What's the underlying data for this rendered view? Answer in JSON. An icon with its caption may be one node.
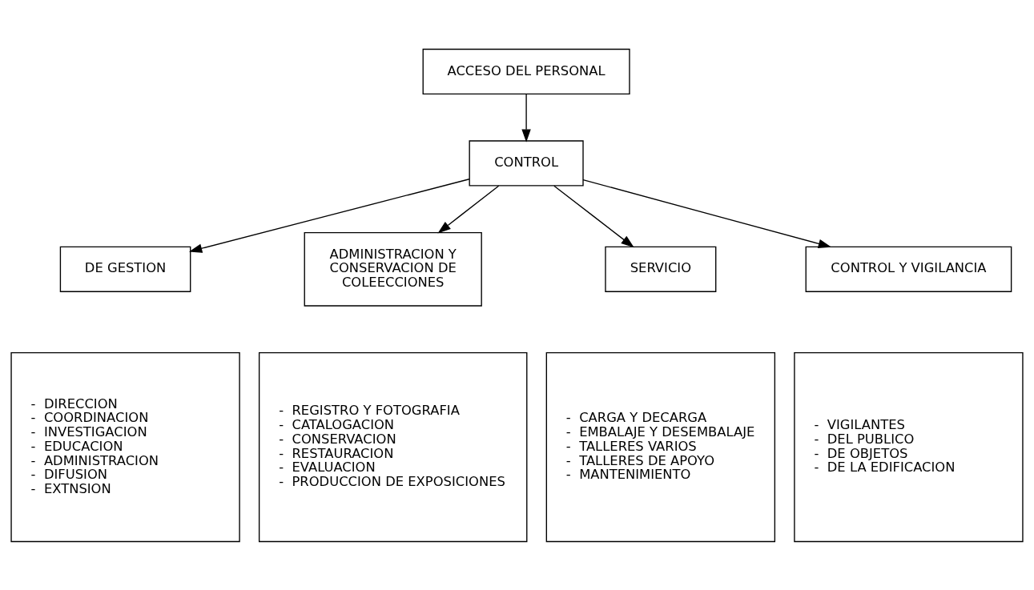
{
  "diagram": {
    "nodes": [
      {
        "text": [
          "ACCESO DEL PERSONAL"
        ]
      },
      {
        "text": [
          "CONTROL"
        ]
      },
      {
        "text": [
          "DE GESTION"
        ]
      },
      {
        "text": [
          "ADMINISTRACION Y CONSERVACION DE COLEECCIONES"
        ]
      },
      {
        "text": [
          "SERVICIO"
        ]
      },
      {
        "text": [
          "CONTROL Y VIGILANCIA"
        ]
      },
      {
        "text": [
          "-  DIRECCION",
          "-  COORDINACION",
          "-  INVESTIGACION",
          "-  EDUCACION",
          "-  ADMINISTRACION",
          "-  DIFUSION",
          "-  EXTNSION"
        ]
      },
      {
        "text": [
          "-  REGISTRO Y FOTOGRAFIA",
          "-  CATALOGACION",
          "-  CONSERVACION",
          "-  RESTAURACION",
          "-  EVALUACION",
          "-  PRODUCCION DE EXPOSICIONES"
        ]
      },
      {
        "text": [
          "-  CARGA Y DECARGA",
          "-  EMBALAJE Y DESEMBALAJE",
          "-  TALLERES VARIOS",
          "-  TALLERES DE APOYO",
          "-  MANTENIMIENTO"
        ]
      },
      {
        "text": [
          "-  VIGILANTES",
          "-  DEL PUBLICO",
          "-  DE OBJETOS",
          "-  DE LA EDIFICACION"
        ]
      }
    ],
    "edges": [
      {
        "from": 0,
        "to": 1,
        "arrow": "to"
      },
      {
        "from": 1,
        "to": 2,
        "arrow": "to"
      },
      {
        "from": 1,
        "to": 3,
        "arrow": "to"
      },
      {
        "from": 1,
        "to": 4,
        "arrow": "to"
      },
      {
        "from": 1,
        "to": 5,
        "arrow": "to"
      }
    ]
  }
}
